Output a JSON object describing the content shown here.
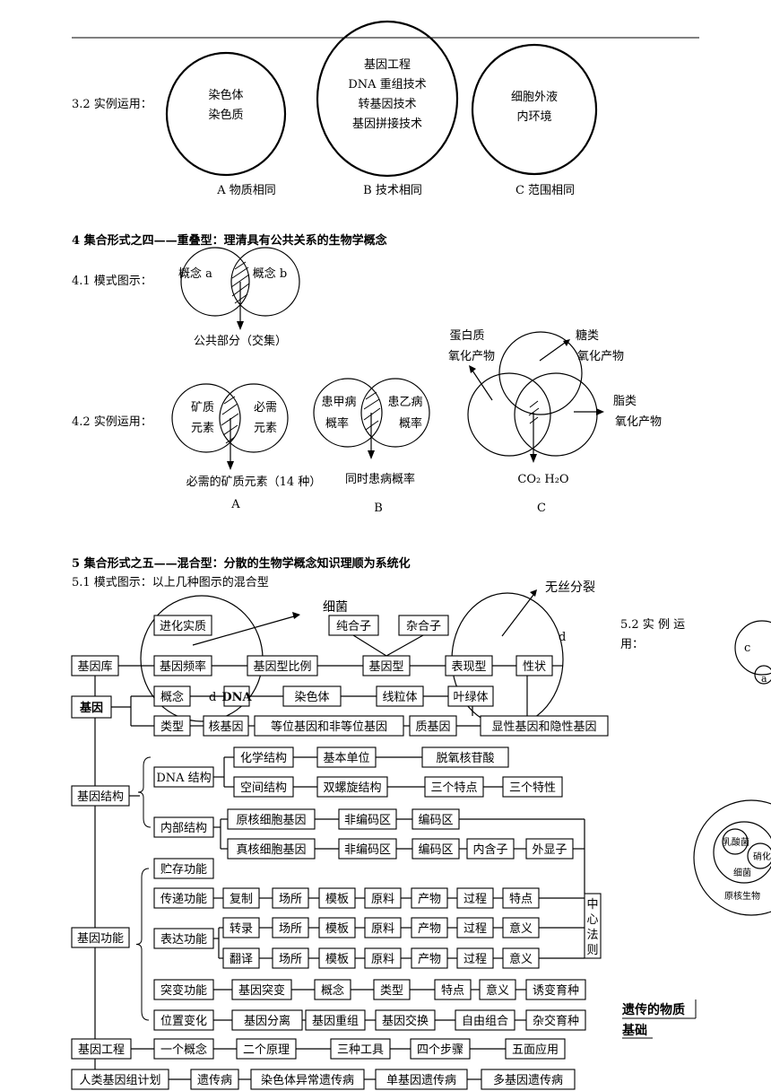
{
  "sec32": {
    "label": "3.2  实例运用：",
    "a_lines": [
      "染色体",
      "染色质"
    ],
    "b_lines": [
      "基因工程",
      "DNA 重组技术",
      "转基因技术",
      "基因拼接技术"
    ],
    "c_lines": [
      "细胞外液",
      "内环境"
    ],
    "a_caption": "A  物质相同",
    "b_caption": "B  技术相同",
    "c_caption": "C  范围相同"
  },
  "sec4": {
    "heading": "4  集合形式之四——重叠型：理清具有公共关系的生物学概念",
    "s41_label": "4.1  模式图示：",
    "concept_a": "概念 a",
    "concept_b": "概念 b",
    "common_part": "公共部分（交集）",
    "s42_label": "4.2  实例运用：",
    "a_left": [
      "矿质",
      "元素"
    ],
    "a_right": [
      "必需",
      "元素"
    ],
    "a_caption": "必需的矿质元素（14 种）",
    "a_letter": "A",
    "b_left": [
      "患甲病",
      "概率"
    ],
    "b_right": [
      "患乙病",
      "概率"
    ],
    "b_caption": "同时患病概率",
    "b_letter": "B",
    "c_protein": [
      "蛋白质",
      "氧化产物"
    ],
    "c_sugar": [
      "糖类",
      "氧化产物"
    ],
    "c_fat": [
      "脂类",
      "氧化产物"
    ],
    "c_caption": "CO₂ H₂O",
    "c_letter": "C"
  },
  "sec5": {
    "heading": "5  集合形式之五——混合型：分散的生物学概念知识理顺为系统化",
    "s51_label": "5.1  模式图示：以上几种图示的混合型",
    "s52_label": [
      "5.2  实 例 运",
      "用："
    ],
    "wusi": "无丝分裂",
    "xijun": "细菌",
    "d_label": "d",
    "row_evo": [
      "进化实质",
      "纯合子",
      "杂合子"
    ],
    "row1": [
      "基因库",
      "基因频率",
      "基因型比例",
      "基因型",
      "表现型",
      "性状"
    ],
    "gene": "基因",
    "row_concept": [
      "概念",
      "d",
      "DNA",
      "染色体",
      "线粒体",
      "叶绿体"
    ],
    "row_type": [
      "类型",
      "核基因",
      "等位基因和非等位基因",
      "质基因",
      "显性基因和隐性基因"
    ],
    "structure": [
      "基因结构",
      "DNA 结构",
      "化学结构",
      "基本单位",
      "脱氧核苷酸",
      "空间结构",
      "双螺旋结构",
      "三个特点",
      "三个特性",
      "内部结构",
      "原核细胞基因",
      "非编码区",
      "编码区",
      "真核细胞基因",
      "非编码区",
      "编码区",
      "内含子",
      "外显子"
    ],
    "function": [
      "基因功能",
      "贮存功能",
      "传递功能",
      "复制",
      "场所",
      "模板",
      "原料",
      "产物",
      "过程",
      "特点",
      "表达功能",
      "转录",
      "场所",
      "模板",
      "原料",
      "产物",
      "过程",
      "意义",
      "翻译",
      "场所",
      "模板",
      "原料",
      "产物",
      "过程",
      "意义",
      "突变功能",
      "基因突变",
      "概念",
      "类型",
      "特点",
      "意义",
      "诱变育种",
      "位置变化",
      "基因分离",
      "基因重组",
      "基因交换",
      "自由组合",
      "杂交育种"
    ],
    "central_dogma": [
      "中",
      "心",
      "法",
      "则"
    ],
    "engineering": [
      "基因工程",
      "一个概念",
      "二个原理",
      "三种工具",
      "四个步骤",
      "五面应用"
    ],
    "genome": [
      "人类基因组计划",
      "遗传病",
      "染色体异常遗传病",
      "单基因遗传病",
      "多基因遗传病"
    ],
    "side_title": [
      "遗传的物质",
      "基础"
    ],
    "side_c": "c",
    "side_a": "a",
    "side_circles": [
      "乳酸菌",
      "硝化细",
      "细菌",
      "原核生物"
    ]
  }
}
